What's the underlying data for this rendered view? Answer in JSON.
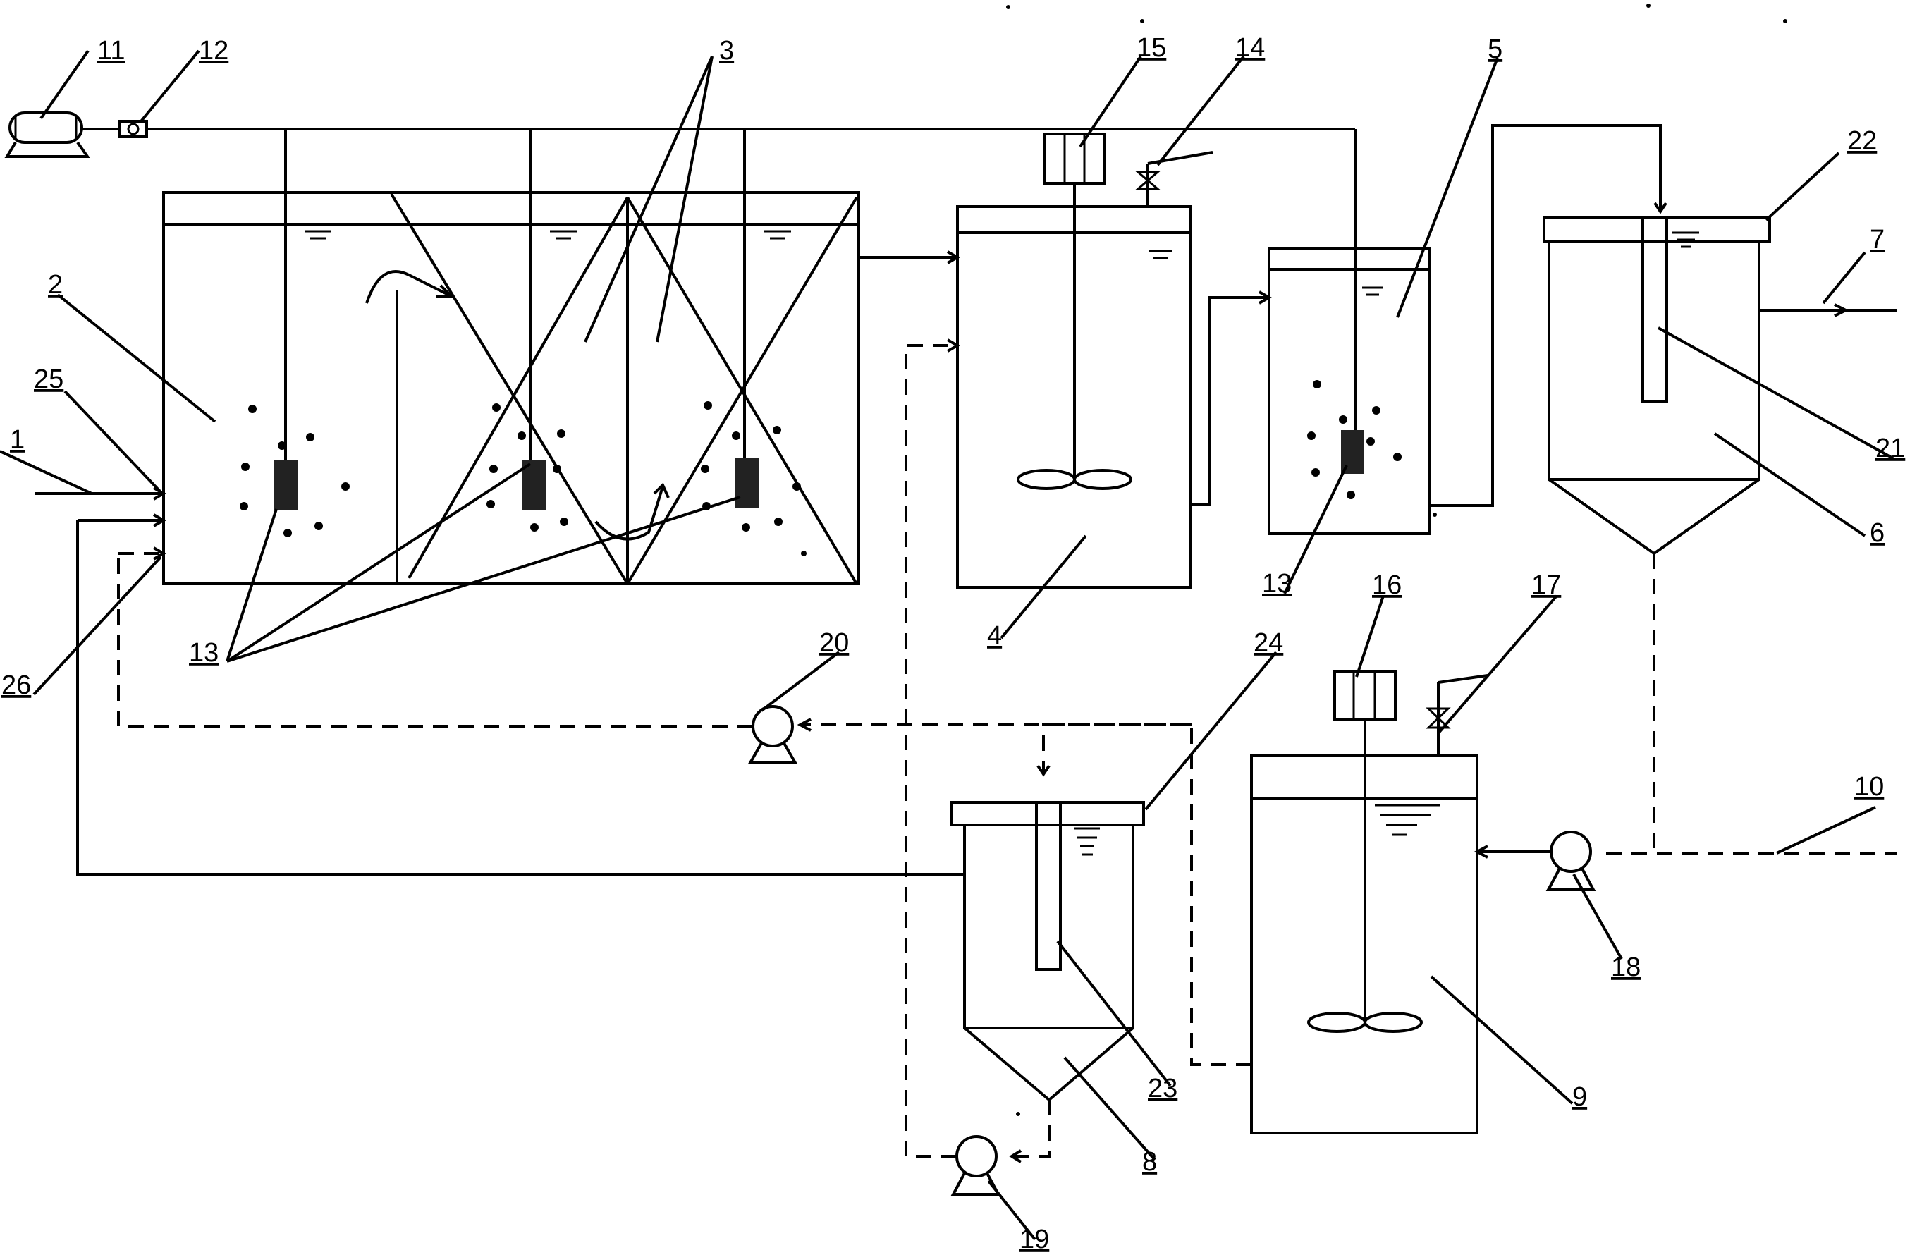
{
  "diagram": {
    "labels": {
      "n1": "1",
      "n2": "2",
      "n3": "3",
      "n4": "4",
      "n5": "5",
      "n6": "6",
      "n7": "7",
      "n8": "8",
      "n9": "9",
      "n10": "10",
      "n11": "11",
      "n12": "12",
      "n13a": "13",
      "n13b": "13",
      "n14": "14",
      "n15": "15",
      "n16": "16",
      "n17": "17",
      "n18": "18",
      "n19": "19",
      "n20": "20",
      "n21": "21",
      "n22": "22",
      "n23": "23",
      "n24": "24",
      "n25": "25",
      "n26": "26"
    }
  }
}
